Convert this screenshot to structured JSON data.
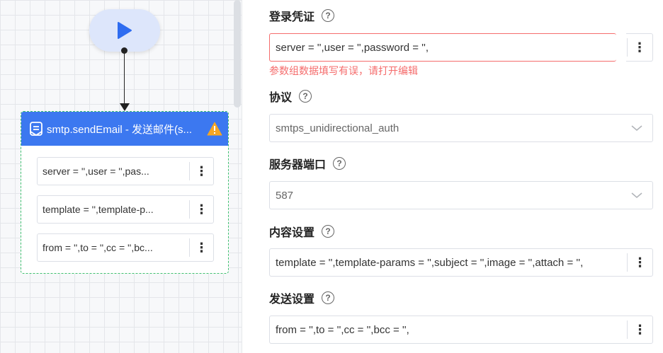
{
  "canvas": {
    "task_node": {
      "title": "smtp.sendEmail - 发送邮件(s...",
      "params": [
        "server = '',user = '',pas...",
        "template = '',template-p...",
        "from = '',to = '',cc = '',bc..."
      ]
    }
  },
  "panel": {
    "credentials": {
      "label": "登录凭证",
      "value": "server = '',user = '',password = '',",
      "error": "参数组数据填写有误，请打开编辑"
    },
    "protocol": {
      "label": "协议",
      "value": "smtps_unidirectional_auth"
    },
    "port": {
      "label": "服务器端口",
      "value": "587"
    },
    "content": {
      "label": "内容设置",
      "value": "template = '',template-params = '',subject = '',image = '',attach = '',"
    },
    "send": {
      "label": "发送设置",
      "value": "from = '',to = '',cc = '',bcc = '',"
    },
    "kebab": "⋮",
    "help": "?"
  },
  "colors": {
    "node_header": "#3c78f0",
    "start_node": "#dde6fb",
    "error": "#f56c6c",
    "node_border": "#3fbf6f"
  }
}
